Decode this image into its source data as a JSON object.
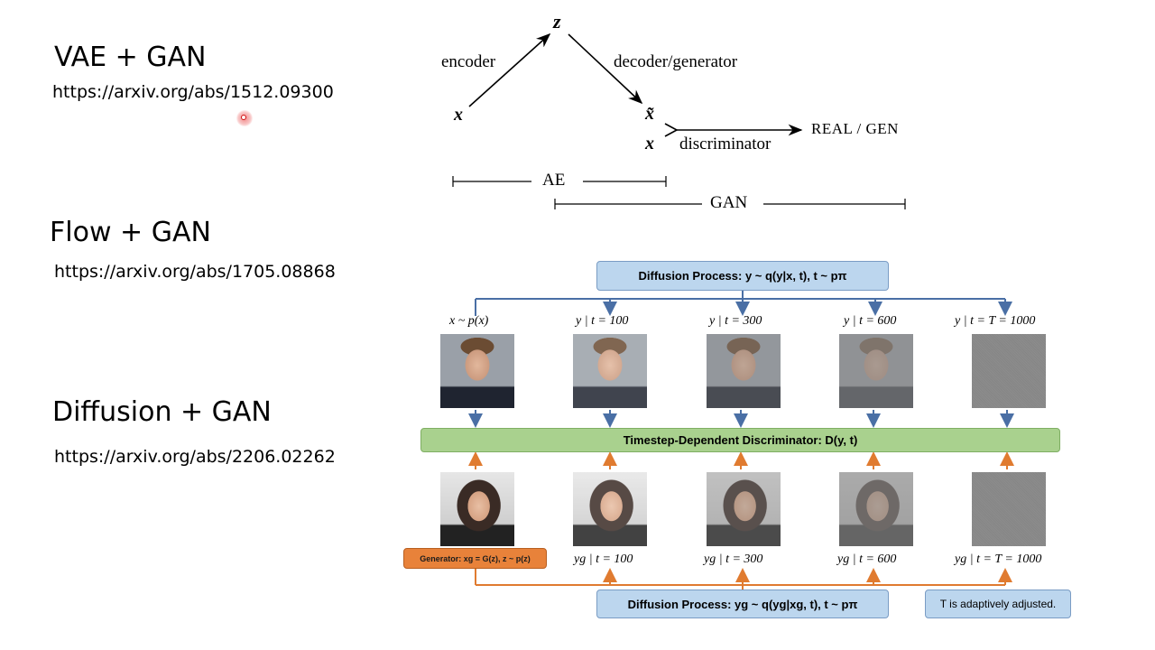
{
  "sections": [
    {
      "title": "VAE + GAN",
      "url": "https://arxiv.org/abs/1512.09300"
    },
    {
      "title": "Flow + GAN",
      "url": "https://arxiv.org/abs/1705.08868"
    },
    {
      "title": "Diffusion + GAN",
      "url": "https://arxiv.org/abs/2206.02262"
    }
  ],
  "vae_diagram": {
    "z": "z",
    "x_in": "x",
    "x_tilde": "x̃",
    "x_real": "x",
    "encoder": "encoder",
    "decoder": "decoder/generator",
    "discriminator": "discriminator",
    "output": "REAL / GEN",
    "ae": "AE",
    "gan": "GAN"
  },
  "diffusion_diagram": {
    "top_process": "Diffusion Process:  y ~ q(y|x, t), t ~ pπ",
    "top_labels": [
      "x ~ p(x)",
      "y | t = 100",
      "y | t = 300",
      "y | t = 600",
      "y | t = T = 1000"
    ],
    "discriminator": "Timestep-Dependent Discriminator:  D(y, t)",
    "generator": "Generator: xg = G(z), z ~ p(z)",
    "bottom_labels": [
      "yg | t = 100",
      "yg | t = 300",
      "yg | t = 600",
      "yg | t = T = 1000"
    ],
    "bottom_process": "Diffusion Process:  yg ~ q(yg|xg, t), t ~ pπ",
    "note": "T is adaptively adjusted.",
    "colors": {
      "blue_arrow": "#4a6fa5",
      "orange_arrow": "#e07b30",
      "blue_box": "#bcd6ee",
      "green_box": "#a9d18e",
      "orange_box": "#e8823a"
    }
  }
}
